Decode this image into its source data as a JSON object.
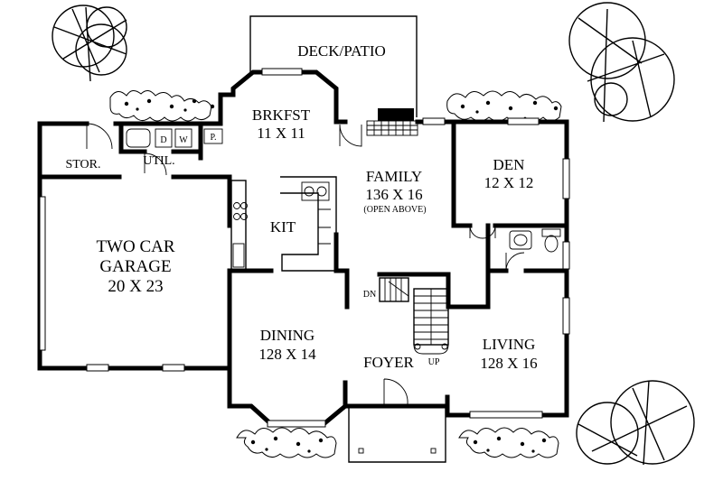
{
  "rooms": {
    "deck": {
      "name": "DECK/PATIO"
    },
    "breakfast": {
      "name": "BRKFST",
      "size": "11 X 11"
    },
    "family": {
      "name": "FAMILY",
      "size": "136 X 16",
      "note": "(OPEN ABOVE)"
    },
    "den": {
      "name": "DEN",
      "size": "12 X 12"
    },
    "storage": {
      "name": "STOR."
    },
    "utility": {
      "name": "UTIL.",
      "dryer": "D",
      "washer": "W",
      "pantry": "P."
    },
    "kitchen": {
      "name": "KIT"
    },
    "garage": {
      "name_line1": "TWO CAR",
      "name_line2": "GARAGE",
      "size": "20 X 23"
    },
    "dining": {
      "name": "DINING",
      "size": "128 X 14"
    },
    "foyer": {
      "name": "FOYER"
    },
    "living": {
      "name": "LIVING",
      "size": "128 X 16"
    }
  },
  "stairs": {
    "down": "DN",
    "up": "UP"
  }
}
